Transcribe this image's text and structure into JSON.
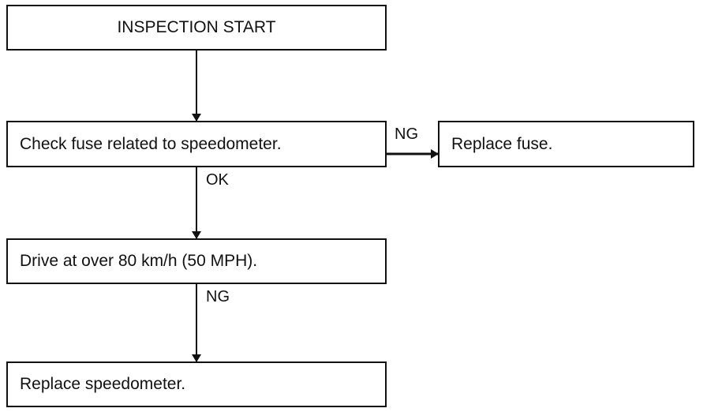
{
  "flowchart": {
    "start": "INSPECTION START",
    "check_fuse": "Check fuse related to speedometer.",
    "replace_fuse": "Replace fuse.",
    "drive_test": "Drive at over 80 km/h (50 MPH).",
    "replace_speedometer": "Replace speedometer."
  },
  "edges": {
    "fuse_to_replace": "NG",
    "fuse_to_drive": "OK",
    "drive_to_replace": "NG"
  },
  "colors": {
    "line": "#111111",
    "background": "#ffffff"
  }
}
